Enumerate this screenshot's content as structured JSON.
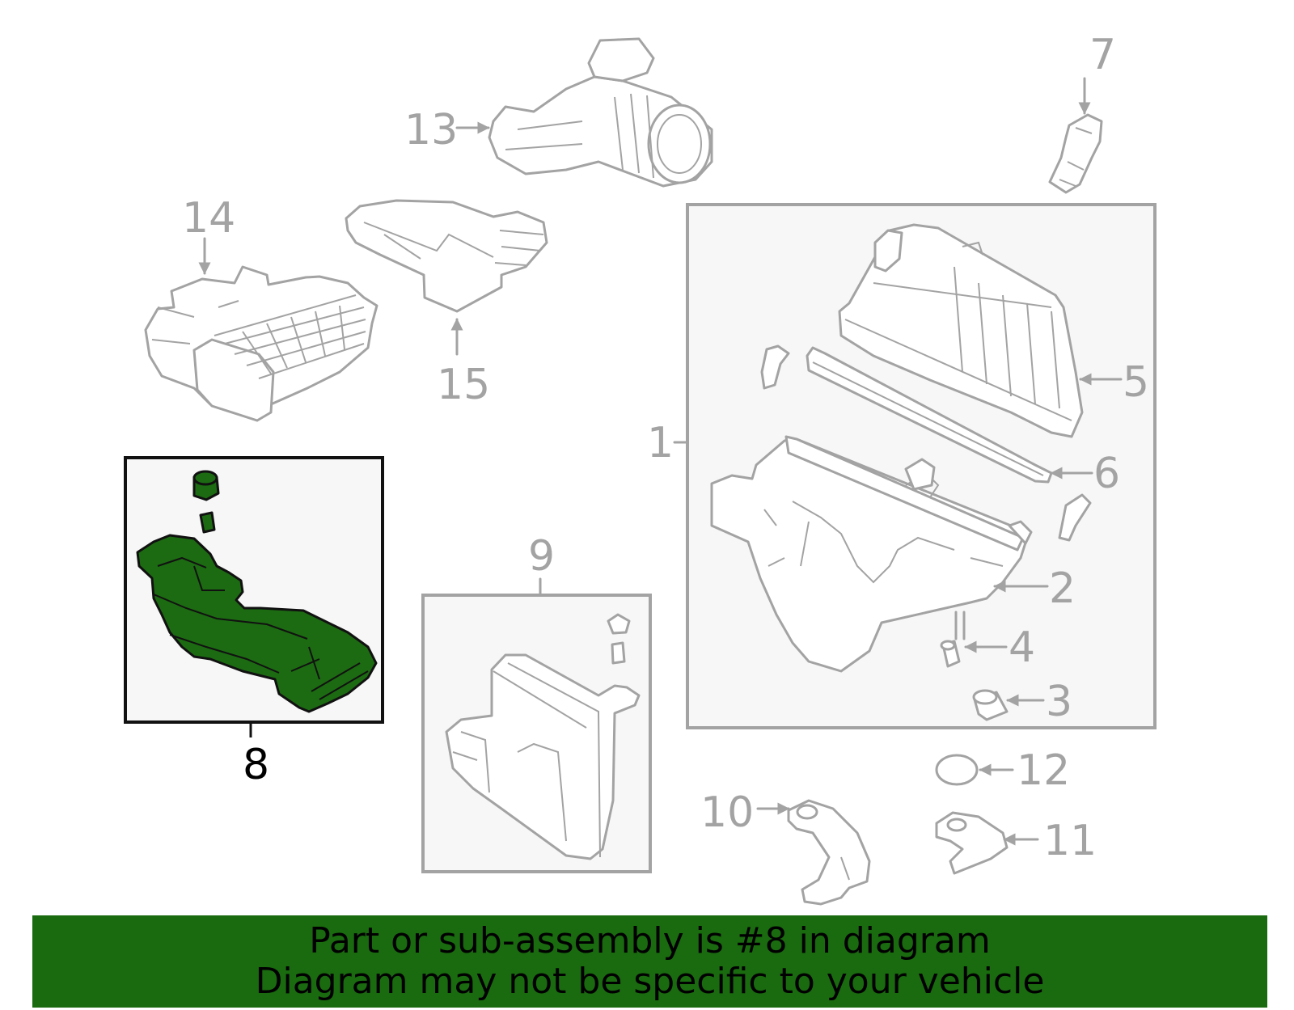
{
  "diagram": {
    "callouts": [
      "1",
      "2",
      "3",
      "4",
      "5",
      "6",
      "7",
      "8",
      "9",
      "10",
      "11",
      "12",
      "13",
      "14",
      "15"
    ],
    "highlighted_part": "8",
    "colors": {
      "highlight": "#1c6b12",
      "banner": "#1a6a10",
      "line": "#a3a3a3",
      "box_fill": "#f7f7f7"
    }
  },
  "banner": {
    "line1": "Part or sub-assembly is #8 in diagram",
    "line2": "Diagram may not be specific to your vehicle"
  }
}
